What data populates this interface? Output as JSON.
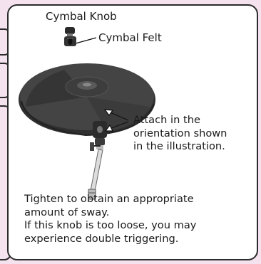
{
  "labels": {
    "cymbal_knob": "Cymbal Knob",
    "cymbal_felt": "Cymbal Felt"
  },
  "orientation_note": {
    "line1": "Attach in the",
    "line2": "orientation shown",
    "line3": "in the illustration."
  },
  "tighten_note": {
    "line1": "Tighten to obtain an appropriate",
    "line2": "amount of sway.",
    "line3": "If this knob is too loose, you may",
    "line4": "experience double triggering."
  },
  "colors": {
    "background": "#f4e2ee",
    "panel": "#ffffff",
    "border": "#2b2b2b",
    "cymbal": "#3a3a3a"
  }
}
